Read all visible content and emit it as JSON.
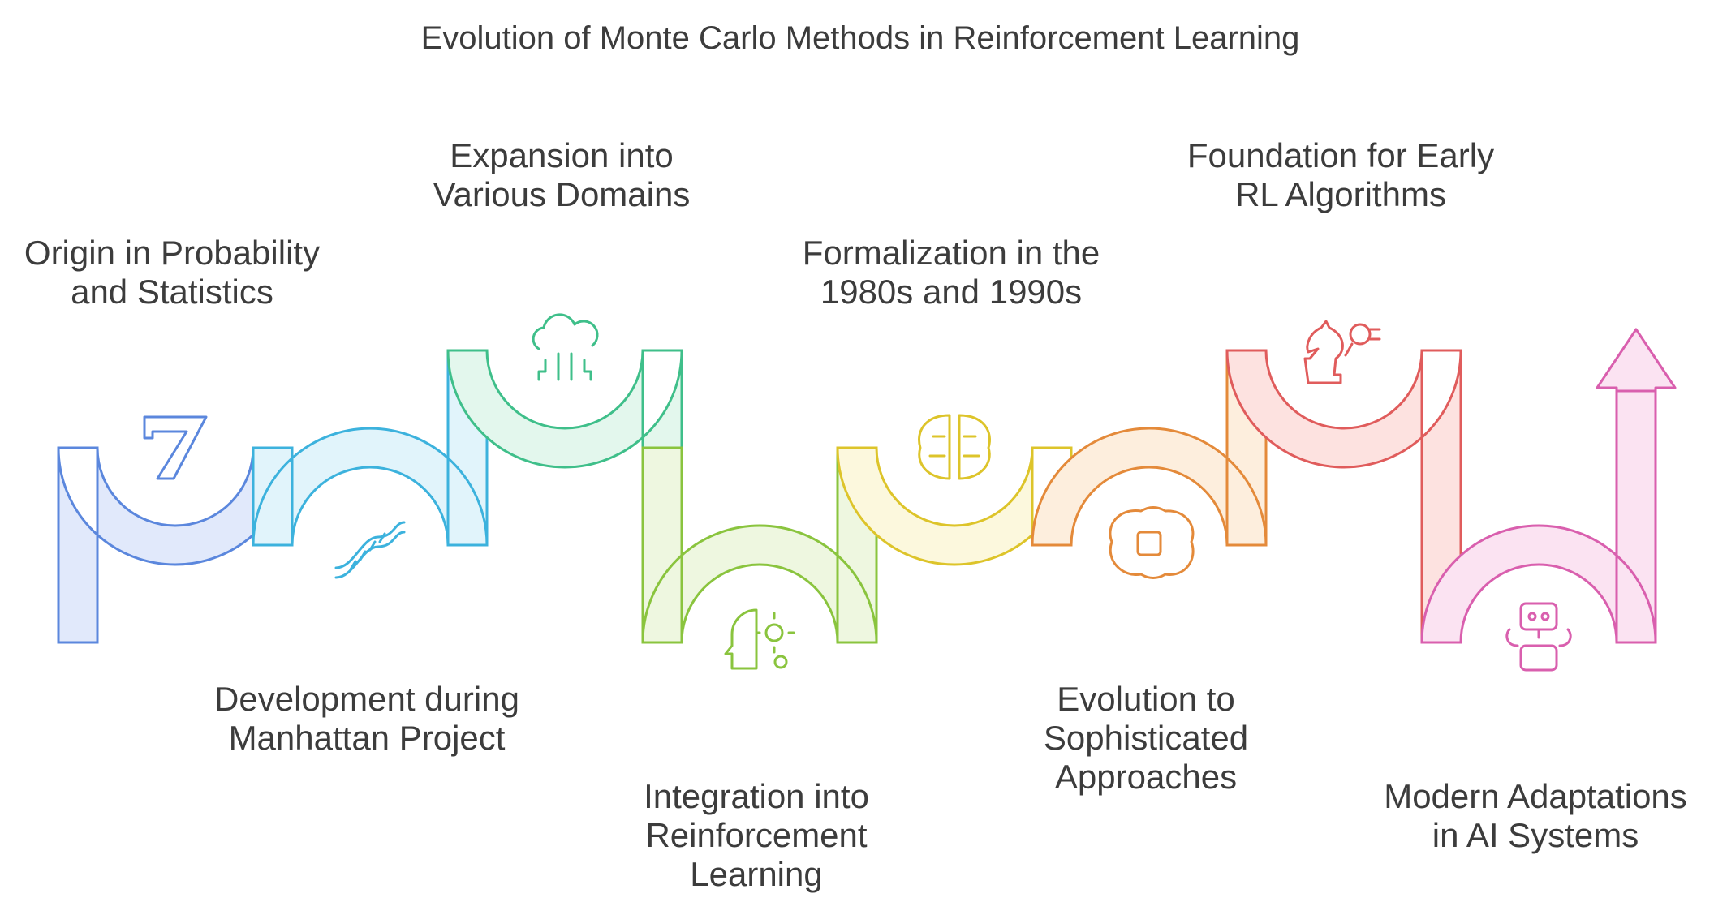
{
  "title": "Evolution of Monte Carlo Methods in Reinforcement Learning",
  "stages": [
    {
      "lines": [
        "Origin in Probability",
        "and Statistics"
      ],
      "icon": "slot-seven-icon",
      "color": "#5b87dd",
      "fill": "#e1e9fb"
    },
    {
      "lines": [
        "Development during",
        "Manhattan Project"
      ],
      "icon": "dna-icon",
      "color": "#3cb2dd",
      "fill": "#e1f4fb"
    },
    {
      "lines": [
        "Expansion into",
        "Various Domains"
      ],
      "icon": "cloud-network-icon",
      "color": "#3fbf8a",
      "fill": "#e3f7ed"
    },
    {
      "lines": [
        "Integration into",
        "Reinforcement",
        "Learning"
      ],
      "icon": "head-gear-icon",
      "color": "#8ac43e",
      "fill": "#eef7e0"
    },
    {
      "lines": [
        "Formalization in the",
        "1980s and 1990s"
      ],
      "icon": "brain-circuit-icon",
      "color": "#ddc42a",
      "fill": "#fcf8dd"
    },
    {
      "lines": [
        "Evolution to",
        "Sophisticated",
        "Approaches"
      ],
      "icon": "brain-chip-icon",
      "color": "#e48a3a",
      "fill": "#fdeedd"
    },
    {
      "lines": [
        "Foundation for Early",
        "RL Algorithms"
      ],
      "icon": "chess-robot-icon",
      "color": "#e05c5c",
      "fill": "#fde2e0"
    },
    {
      "lines": [
        "Modern Adaptations",
        "in AI Systems"
      ],
      "icon": "robot-icon",
      "color": "#d95fae",
      "fill": "#fbe3f2"
    }
  ]
}
